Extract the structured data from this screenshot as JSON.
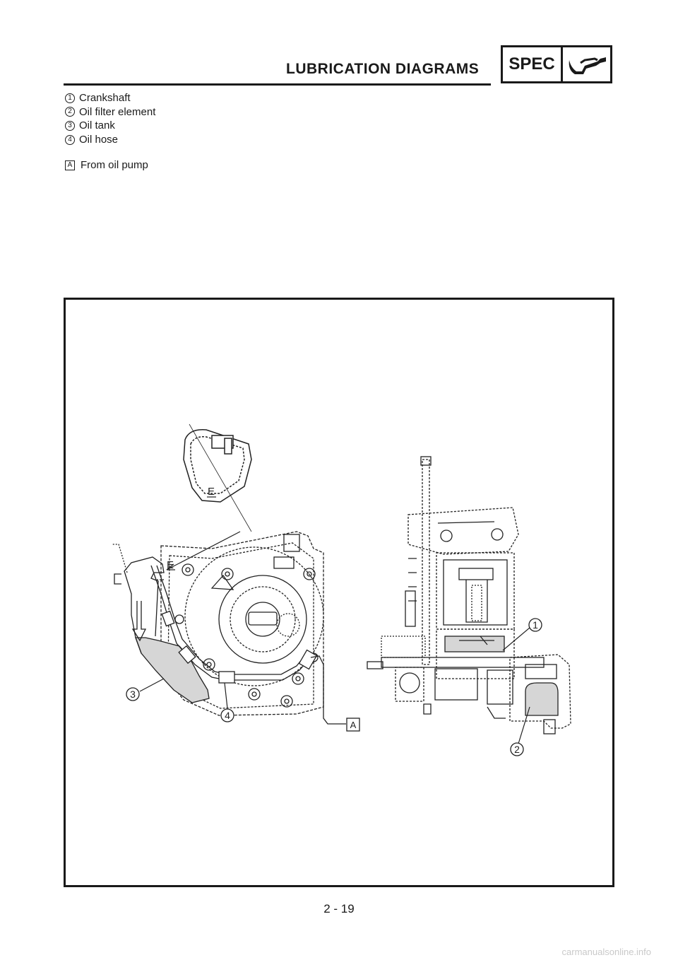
{
  "header": {
    "title": "LUBRICATION DIAGRAMS",
    "spec_label": "SPEC",
    "spec_icon": "oil-can-icon"
  },
  "legend": {
    "items": [
      {
        "num": "1",
        "label": "Crankshaft"
      },
      {
        "num": "2",
        "label": "Oil filter element"
      },
      {
        "num": "3",
        "label": "Oil tank"
      },
      {
        "num": "4",
        "label": "Oil hose"
      }
    ],
    "note": {
      "key": "A",
      "label": "From oil pump"
    }
  },
  "diagram": {
    "callouts": {
      "c1": "1",
      "c2": "2",
      "c3": "3",
      "c4": "4",
      "ca": "A",
      "e1": "E",
      "e2": "E"
    }
  },
  "footer": {
    "page_number": "2 - 19",
    "watermark": "carmanualsonline.info"
  }
}
